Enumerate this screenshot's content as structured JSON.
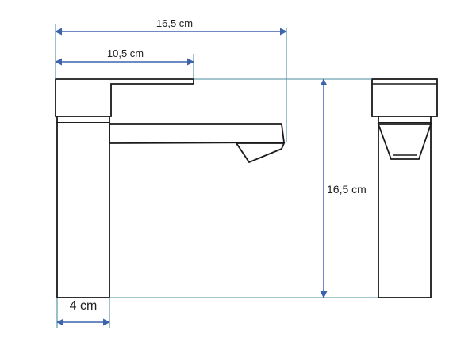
{
  "dimensions": {
    "spout_reach": "16,5 cm",
    "handle_length": "10,5 cm",
    "total_height": "16,5 cm",
    "body_width": "4 cm"
  },
  "colors": {
    "dimension_arrow": "#3d63ad",
    "extension_line": "#4a8a9c",
    "outline": "#1a1a1a"
  }
}
